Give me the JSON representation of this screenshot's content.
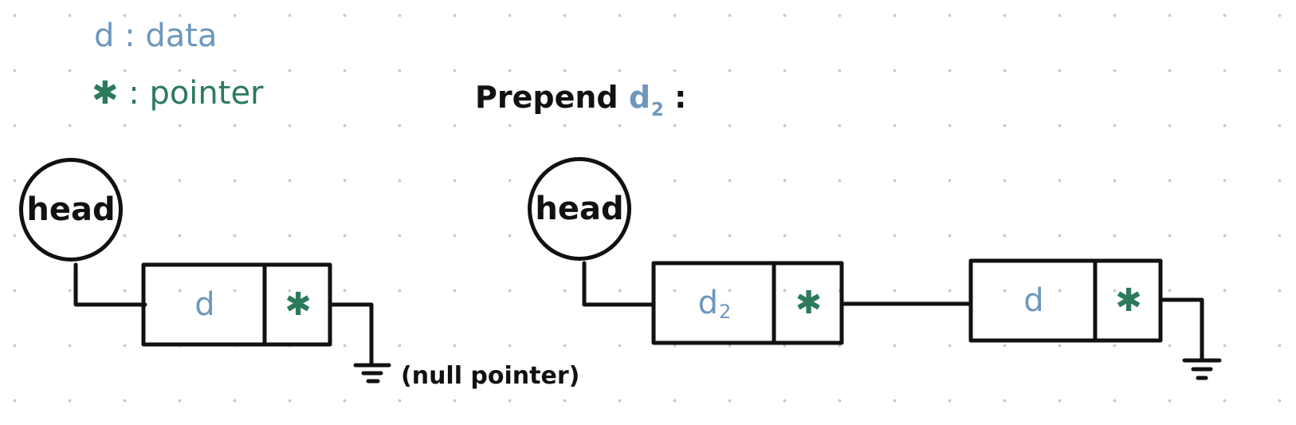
{
  "legend": {
    "data_symbol": "d",
    "data_label": "data",
    "pointer_symbol": "✱",
    "pointer_label": "pointer",
    "separator": ":"
  },
  "title": {
    "prefix": "Prepend",
    "var": "d",
    "sub": "2",
    "suffix": ":"
  },
  "left_list": {
    "head_label": "head",
    "node": {
      "data": "d",
      "pointer": "✱"
    },
    "null_label": "(null pointer)"
  },
  "right_list": {
    "head_label": "head",
    "new_node": {
      "data": "d",
      "sub": "2",
      "pointer": "✱"
    },
    "old_node": {
      "data": "d",
      "pointer": "✱"
    }
  },
  "colors": {
    "data": "#6d97bd",
    "pointer": "#2c7a5c",
    "ink": "#111111"
  }
}
